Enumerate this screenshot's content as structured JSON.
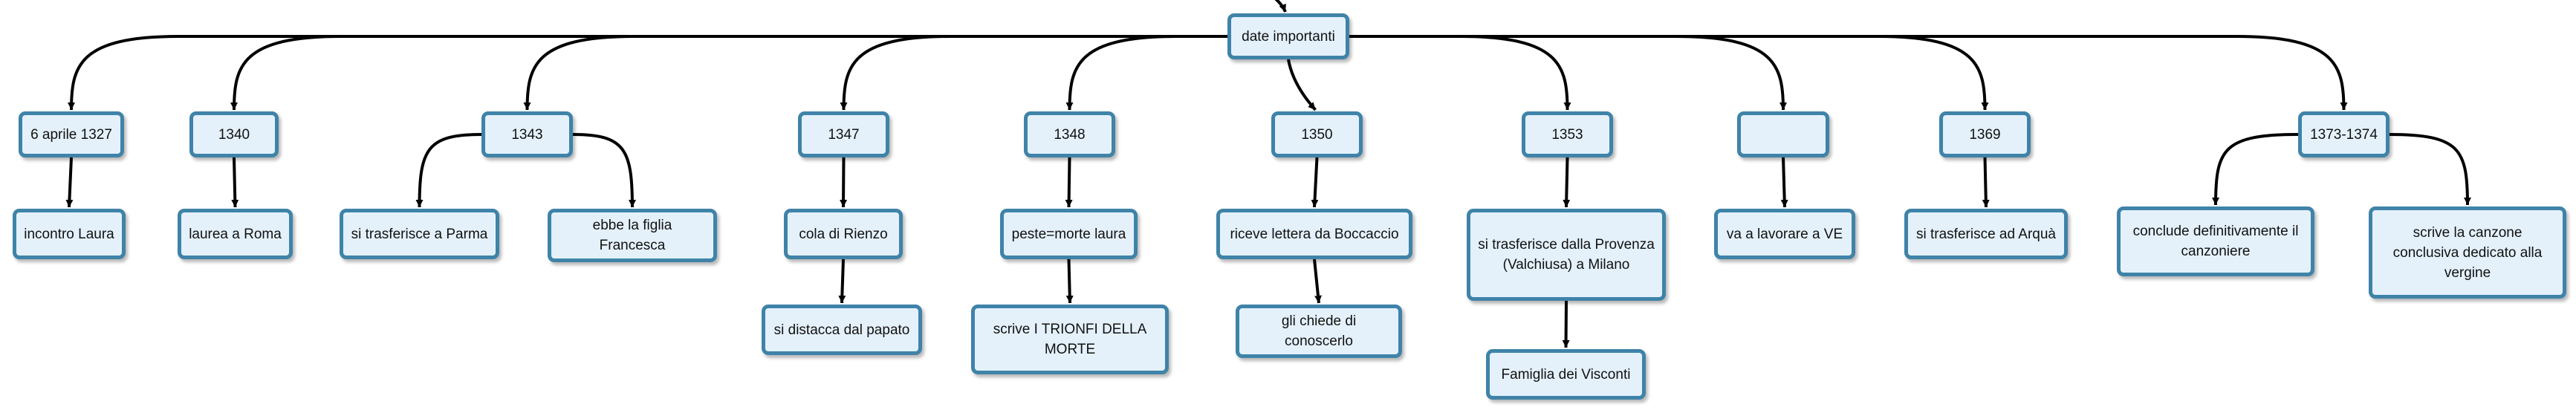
{
  "diagram": {
    "root": {
      "id": "root",
      "label": "date importanti"
    },
    "nodes": [
      {
        "id": "d1",
        "label": "6 aprile 1327",
        "parent": "root"
      },
      {
        "id": "d1a",
        "label": "incontro Laura",
        "parent": "d1"
      },
      {
        "id": "d2",
        "label": "1340",
        "parent": "root"
      },
      {
        "id": "d2a",
        "label": "laurea a Roma",
        "parent": "d2"
      },
      {
        "id": "d3",
        "label": "1343",
        "parent": "root"
      },
      {
        "id": "d3a",
        "label": "si trasferisce a Parma",
        "parent": "d3"
      },
      {
        "id": "d3b",
        "label": "ebbe la figlia Francesca",
        "parent": "d3"
      },
      {
        "id": "d4",
        "label": "1347",
        "parent": "root"
      },
      {
        "id": "d4a",
        "label": "cola di Rienzo",
        "parent": "d4"
      },
      {
        "id": "d4b",
        "label": "si distacca dal papato",
        "parent": "d4a"
      },
      {
        "id": "d5",
        "label": "1348",
        "parent": "root"
      },
      {
        "id": "d5a",
        "label": "peste=morte laura",
        "parent": "d5"
      },
      {
        "id": "d5b",
        "label": "scrive I TRIONFI DELLA MORTE",
        "parent": "d5a"
      },
      {
        "id": "d6",
        "label": "1350",
        "parent": "root"
      },
      {
        "id": "d6a",
        "label": "riceve lettera da Boccaccio",
        "parent": "d6"
      },
      {
        "id": "d6b",
        "label": "gli chiede di conoscerlo",
        "parent": "d6a"
      },
      {
        "id": "d7",
        "label": "1353",
        "parent": "root"
      },
      {
        "id": "d7a",
        "label": "si trasferisce dalla Provenza (Valchiusa) a Milano",
        "parent": "d7"
      },
      {
        "id": "d7b",
        "label": "Famiglia dei Visconti",
        "parent": "d7a"
      },
      {
        "id": "d8",
        "label": "",
        "parent": "root"
      },
      {
        "id": "d8a",
        "label": "va a lavorare a VE",
        "parent": "d8"
      },
      {
        "id": "d9",
        "label": "1369",
        "parent": "root"
      },
      {
        "id": "d9a",
        "label": "si trasferisce ad Arquà",
        "parent": "d9"
      },
      {
        "id": "d10",
        "label": "1373-1374",
        "parent": "root"
      },
      {
        "id": "d10a",
        "label": "conclude definitivamente il canzoniere",
        "parent": "d10"
      },
      {
        "id": "d10b",
        "label": "scrive la canzone conclusiva dedicato alla vergine",
        "parent": "d10"
      }
    ]
  },
  "colors": {
    "node_fill": "#e4f1fb",
    "node_border": "#3f83a8",
    "connector": "#000000"
  }
}
